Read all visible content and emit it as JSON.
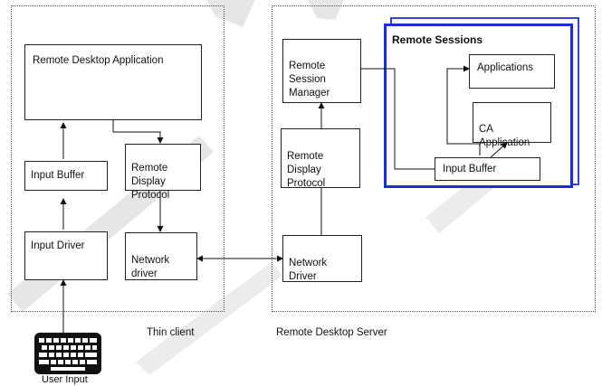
{
  "diagram": {
    "thin_client_caption": "Thin client",
    "server_caption": "Remote Desktop Server",
    "user_input_caption": "User Input",
    "client": {
      "remote_desktop_app": "Remote Desktop Application",
      "input_buffer": "Input Buffer",
      "input_driver": "Input Driver",
      "display_protocol": "Remote\nDisplay\nProtocol",
      "network_driver": "Network\ndriver"
    },
    "server": {
      "session_manager": "Remote\nSession\nManager",
      "display_protocol": "Remote\nDisplay\nProtocol",
      "network_driver": "Network\nDriver",
      "remote_sessions_title": "Remote Sessions",
      "applications": "Applications",
      "ca_application": "CA\nApplication",
      "input_buffer": "Input Buffer"
    },
    "colors": {
      "sessions_border": "#1a2fd0",
      "sessions_shadow": "#3344dd"
    },
    "icons": [
      "keyboard-icon"
    ]
  }
}
